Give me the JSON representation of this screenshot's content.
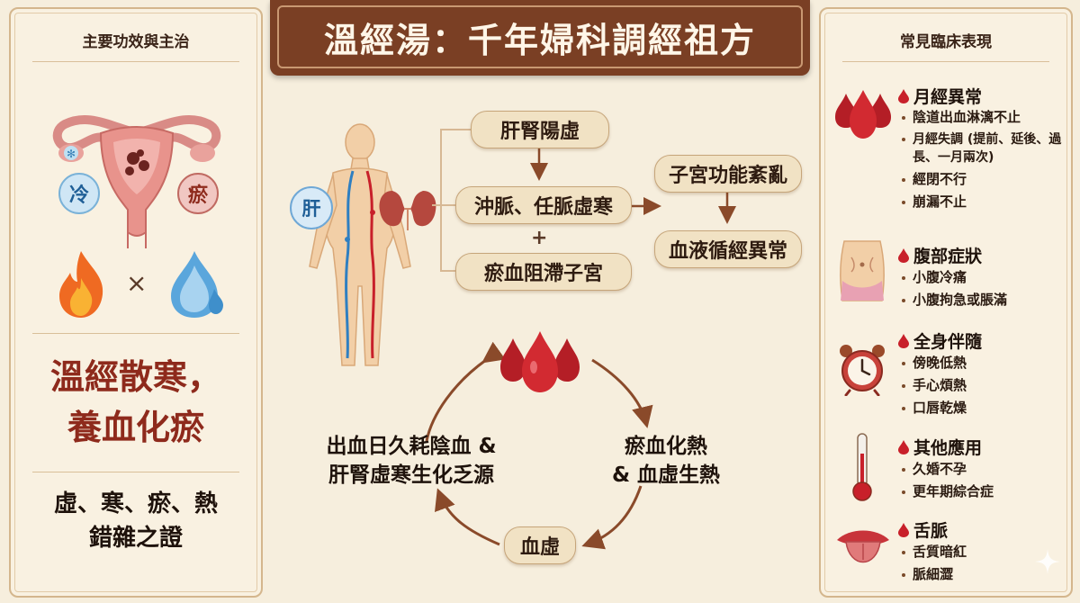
{
  "title": "溫經湯：千年婦科調經祖方",
  "left": {
    "header": "主要功效與主治",
    "badge_cold": "冷",
    "badge_stasis": "瘀",
    "times": "×",
    "effect_line1": "溫經散寒，",
    "effect_line2": "養血化瘀",
    "syndrome_line1": "虛、寒、瘀、熱",
    "syndrome_line2": "錯雜之證"
  },
  "center": {
    "liver_badge": "肝",
    "nodes": {
      "deficiency": "肝腎陽虛",
      "meridian": "沖脈、任脈虛寒",
      "plus": "+",
      "stasis": "瘀血阻滯子宮",
      "disorder": "子宮功能紊亂",
      "circulation": "血液循經異常"
    },
    "cycle": {
      "left_line1": "出血日久耗陰血 &",
      "left_line2": "肝腎虛寒生化乏源",
      "right_line1": "瘀血化熱",
      "right_line2": "& 血虛生熱",
      "bottom": "血虛"
    }
  },
  "right": {
    "header": "常見臨床表現",
    "sections": [
      {
        "title": "月經異常",
        "icon": "blood-drops-icon",
        "items": [
          "陰道出血淋漓不止",
          "月經失調 (提前、延後、過長、一月兩次)",
          "經閉不行",
          "崩漏不止"
        ]
      },
      {
        "title": "腹部症狀",
        "icon": "abdomen-icon",
        "items": [
          "小腹冷痛",
          "小腹拘急或脹滿"
        ]
      },
      {
        "title": "全身伴隨",
        "icon": "alarm-clock-icon",
        "items": [
          "傍晚低熱",
          "手心煩熱",
          "口唇乾燥"
        ]
      },
      {
        "title": "其他應用",
        "icon": "thermometer-icon",
        "items": [
          "久婚不孕",
          "更年期綜合症"
        ]
      },
      {
        "title": "舌脈",
        "icon": "tongue-icon",
        "items": [
          "舌質暗紅",
          "脈細澀"
        ]
      }
    ]
  },
  "colors": {
    "banner": "#7a3f24",
    "accent_red": "#8e2a1c",
    "blood": "#c8202a",
    "node_fill": "#f1e2c4",
    "panel_bg": "#f9f1e1"
  }
}
